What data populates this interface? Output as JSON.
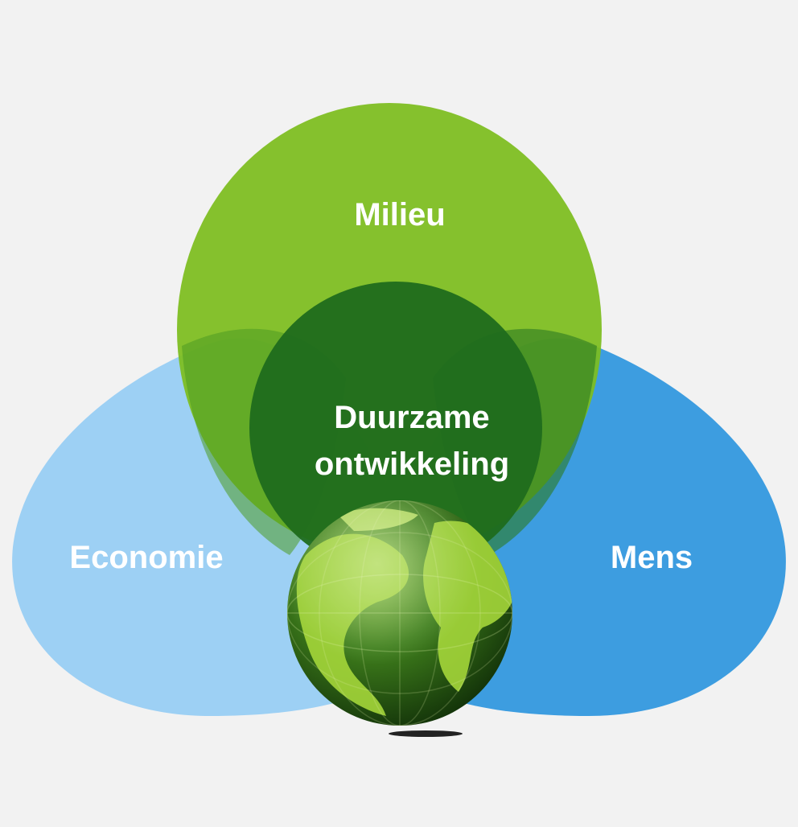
{
  "diagram": {
    "type": "venn-sustainability",
    "labels": {
      "milieu": "Milieu",
      "economie": "Economie",
      "mens": "Mens",
      "center_line1": "Duurzame",
      "center_line2": "ontwikkeling"
    },
    "colors": {
      "background": "#f2f2f2",
      "milieu": "#7dbd1e",
      "economie": "#9dd0f4",
      "mens": "#3d9de0",
      "center": "#1f6b1c",
      "globe_dark": "#1d4f0f",
      "globe_light": "#a4d63a"
    },
    "icons": {
      "globe": "globe-icon"
    }
  }
}
